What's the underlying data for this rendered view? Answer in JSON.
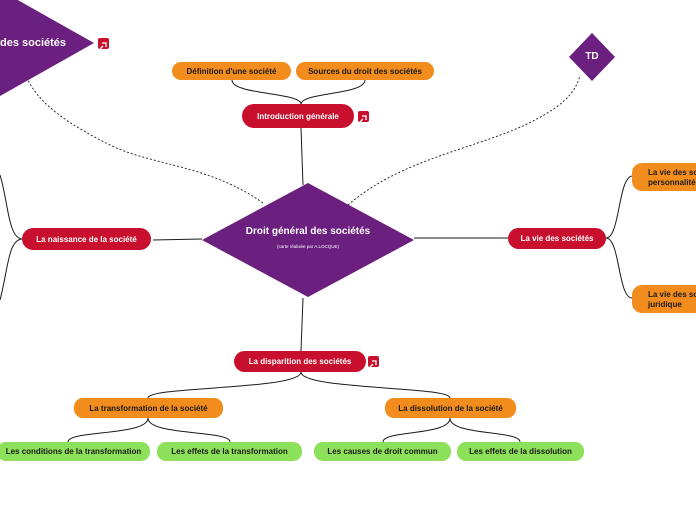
{
  "central": {
    "title": "Droit général des sociétés",
    "subtitle": "(carte réalisée par A.LOCQUE)"
  },
  "top_left_diamond": {
    "label": "des sociétés"
  },
  "td_diamond": {
    "label": "TD"
  },
  "introduction": {
    "label": "Introduction générale",
    "children": [
      "Définition d'une société",
      "Sources du droit des sociétés"
    ]
  },
  "naissance": {
    "label": "La naissance de la société"
  },
  "vie": {
    "label": "La vie des sociétés",
    "children": [
      {
        "line1": "La vie des so",
        "line2": "personnalité"
      },
      {
        "line1": "La vie des so",
        "line2": "juridique"
      }
    ]
  },
  "disparition": {
    "label": "La disparition des sociétés",
    "transformation": {
      "label": "La transformation de la société",
      "children": [
        "Les conditions de la transformation",
        "Les effets de la transformation"
      ]
    },
    "dissolution": {
      "label": "La dissolution de la société",
      "children": [
        "Les causes de droit commun",
        "Les effets de la dissolution"
      ]
    }
  },
  "colors": {
    "purple": "#6b1f7f",
    "red": "#c8102e",
    "orange": "#f28c1c",
    "green": "#8de05a",
    "line": "#1a1a1a"
  },
  "icons": [
    "link-icon"
  ]
}
